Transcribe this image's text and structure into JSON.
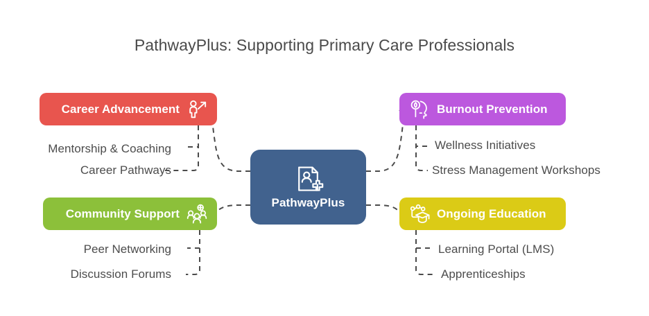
{
  "page": {
    "title": "PathwayPlus: Supporting Primary Care Professionals",
    "background_color": "#FFFFFF"
  },
  "center": {
    "label": "PathwayPlus",
    "color": "#41628E",
    "icon": "document-person-plus-icon"
  },
  "branches": [
    {
      "id": "career",
      "label": "Career Advancement",
      "color": "#E8554E",
      "icon": "person-arrow-up-icon",
      "side": "left",
      "children": [
        {
          "label": "Mentorship & Coaching"
        },
        {
          "label": "Career Pathways"
        }
      ]
    },
    {
      "id": "community",
      "label": "Community Support",
      "color": "#8CC03A",
      "icon": "people-group-add-icon",
      "side": "left",
      "children": [
        {
          "label": "Peer Networking"
        },
        {
          "label": "Discussion Forums"
        }
      ]
    },
    {
      "id": "burnout",
      "label": "Burnout Prevention",
      "color": "#BC58DE",
      "icon": "head-leaf-wellness-icon",
      "side": "right",
      "children": [
        {
          "label": "Wellness Initiatives"
        },
        {
          "label": "Stress Management Workshops"
        }
      ]
    },
    {
      "id": "education",
      "label": "Ongoing Education",
      "color": "#DBCB16",
      "icon": "graduation-cap-network-icon",
      "side": "right",
      "children": [
        {
          "label": "Learning Portal (LMS)"
        },
        {
          "label": "Apprenticeships"
        }
      ]
    }
  ],
  "connectors": {
    "style": "dashed",
    "color": "#4A4A4A"
  }
}
